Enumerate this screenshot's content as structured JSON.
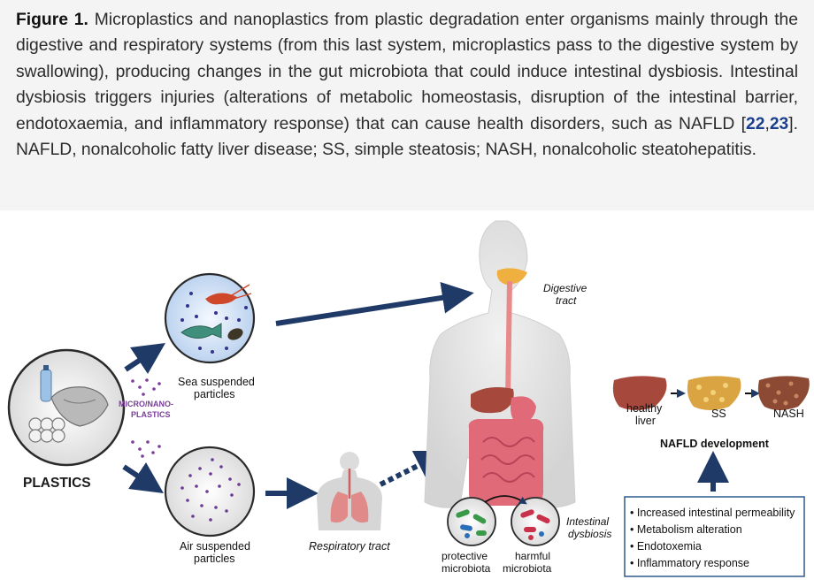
{
  "caption": {
    "label": "Figure 1.",
    "part1": " Microplastics and nanoplastics from plastic degradation enter organisms mainly through the digestive and respiratory systems (from this last system, microplastics pass to the digestive system by swallowing), producing changes in the gut microbiota that could induce intestinal dysbiosis. Intestinal dysbiosis triggers injuries (alterations of metabolic homeostasis, disruption of the intestinal barrier, endotoxaemia, and inflammatory response) that can cause health disorders, such as NAFLD [",
    "ref1": "22",
    "sep": ",",
    "ref2": "23",
    "part2": "]. NAFLD, nonalcoholic fatty liver disease; SS, simple steatosis; NASH, nonalcoholic steatohepatitis."
  },
  "figure": {
    "plastics_label": "PLASTICS",
    "micro_nano_line1": "MICRO/NANO-",
    "micro_nano_line2": "PLASTICS",
    "sea_line1": "Sea suspended",
    "sea_line2": "particles",
    "air_line1": "Air suspended",
    "air_line2": "particles",
    "respiratory_label": "Respiratory tract",
    "digestive_line1": "Digestive",
    "digestive_line2": "tract",
    "intestinal_line1": "Intestinal",
    "intestinal_line2": "dysbiosis",
    "protective_line1": "protective",
    "protective_line2": "microbiota",
    "harmful_line1": "harmful",
    "harmful_line2": "microbiota",
    "healthy_line1": "healthy",
    "healthy_line2": "liver",
    "ss_label": "SS",
    "nash_label": "NASH",
    "nafld_dev": "NAFLD development",
    "injuries": [
      "• Increased intestinal permeability",
      "• Metabolism alteration",
      "• Endotoxemia",
      "• Inflammatory response"
    ],
    "colors": {
      "arrow": "#1f3a66",
      "purple_label": "#7a3e9a",
      "liver_healthy": "#a6483c",
      "liver_ss": "#d9a441",
      "liver_nash": "#8c4a34",
      "intestine": "#e06a78"
    }
  }
}
